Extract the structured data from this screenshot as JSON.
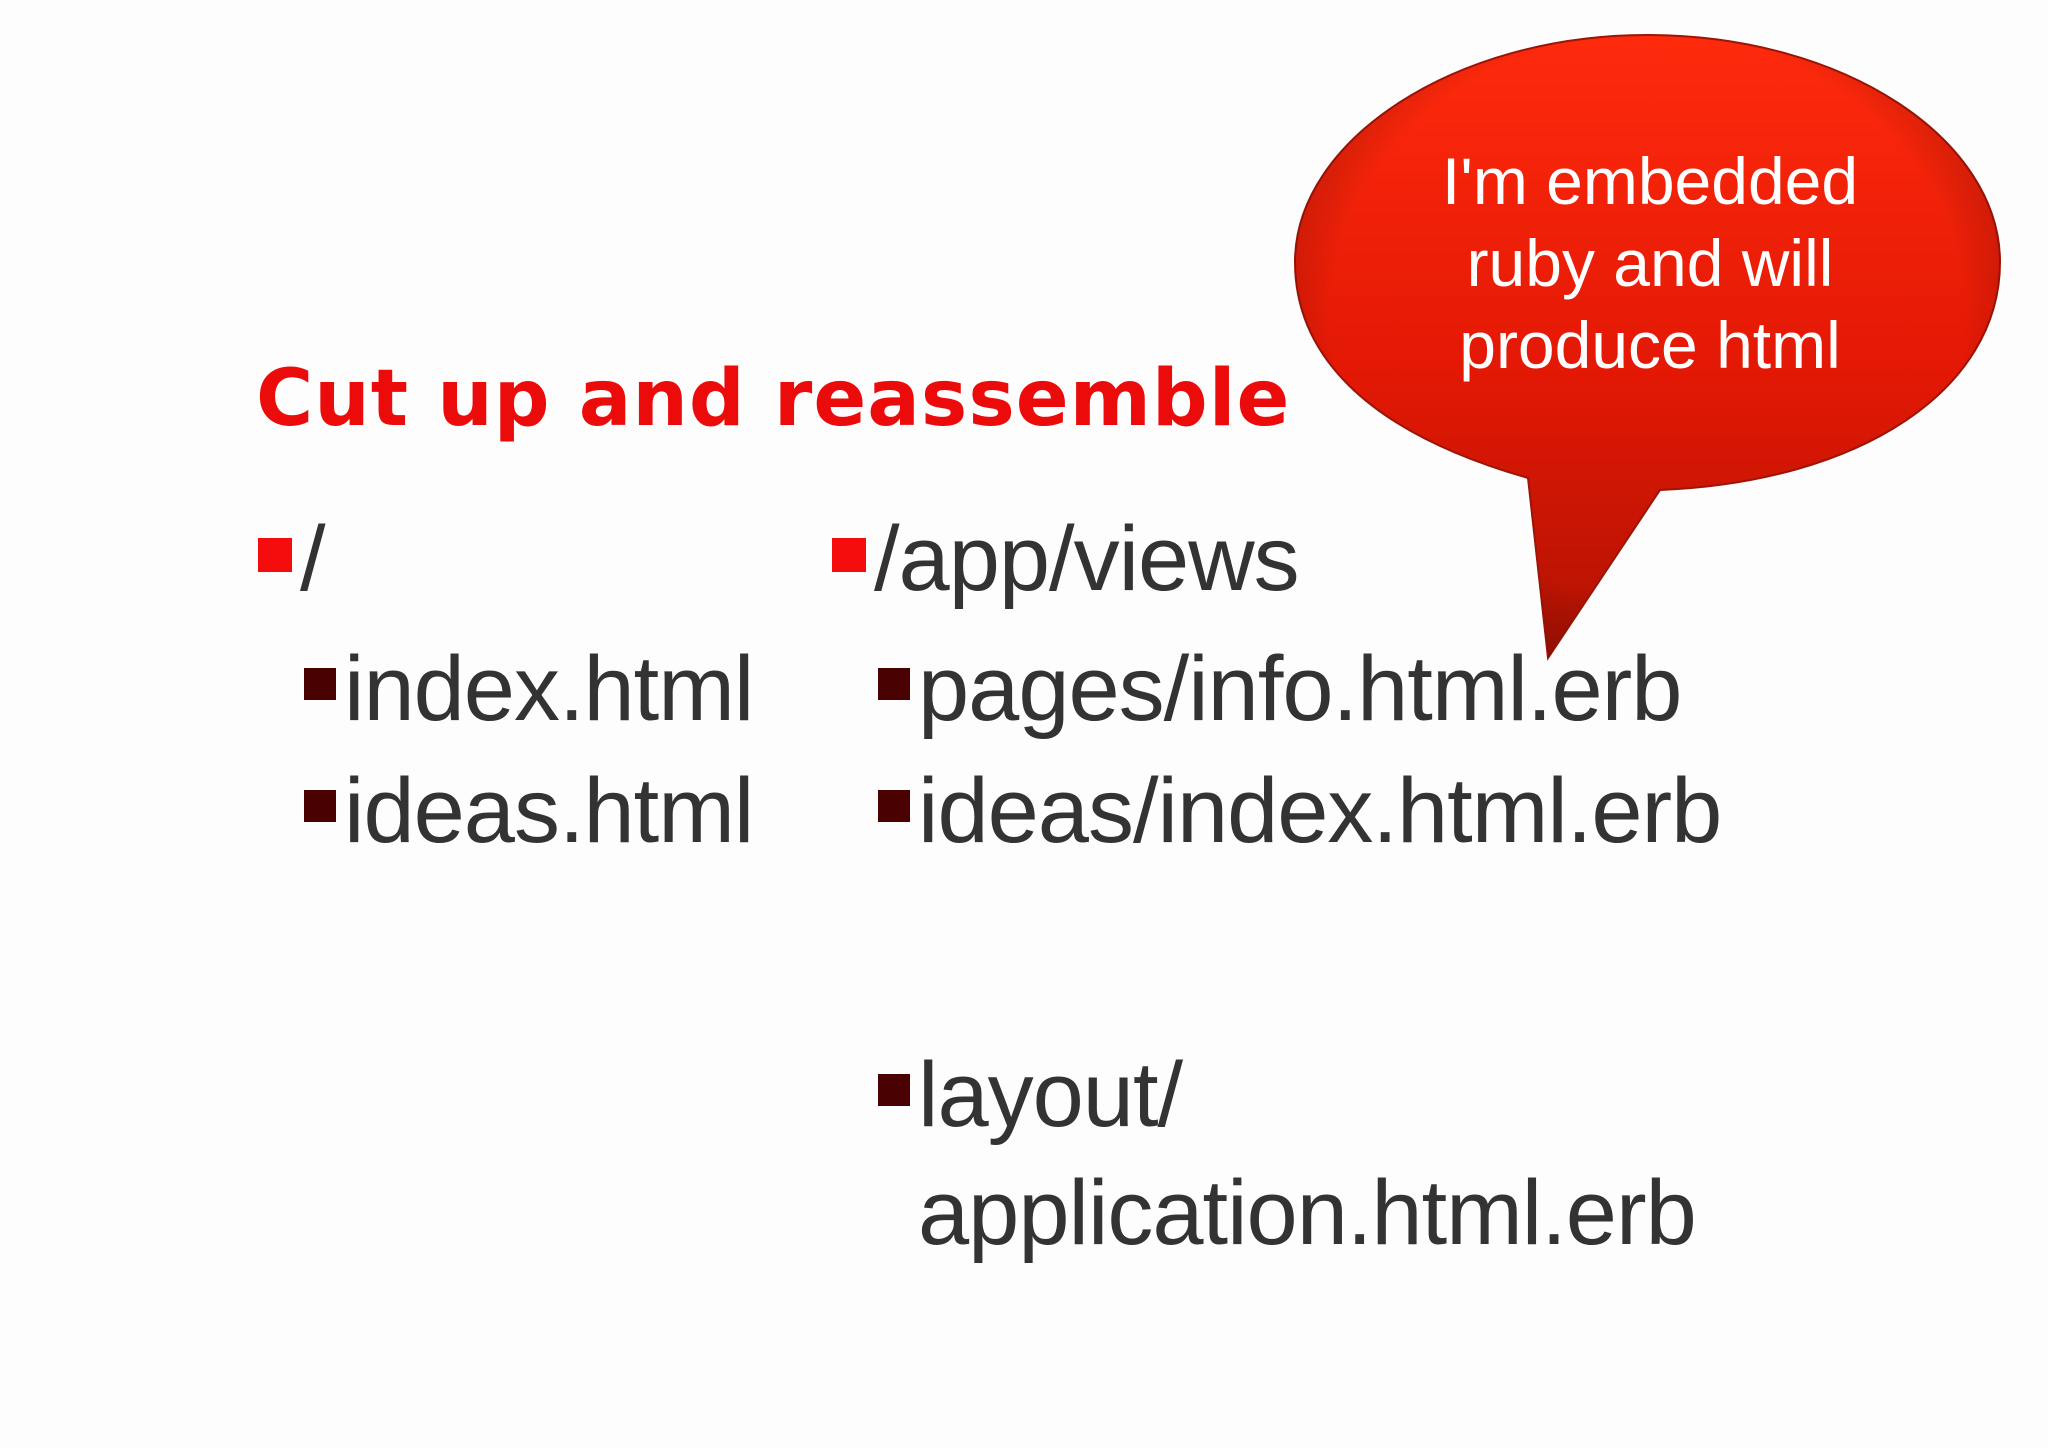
{
  "slide": {
    "heading": "Cut up and reassemble",
    "left_column": {
      "root": "/",
      "files": [
        "index.html",
        "ideas.html"
      ]
    },
    "right_column": {
      "root": "/app/views",
      "files": [
        "pages/info.html.erb",
        "ideas/index.html.erb"
      ],
      "layout_line1": "layout/",
      "layout_line2": "application.html.erb"
    },
    "callout": {
      "line1": "I'm embedded",
      "line2": "ruby and will",
      "line3": "produce html"
    }
  },
  "colors": {
    "accent": "#ec0b0b",
    "bullet_red": "#f50c0c",
    "bullet_dark": "#4a0101",
    "text": "#333333",
    "bubble": "#e31a05"
  }
}
